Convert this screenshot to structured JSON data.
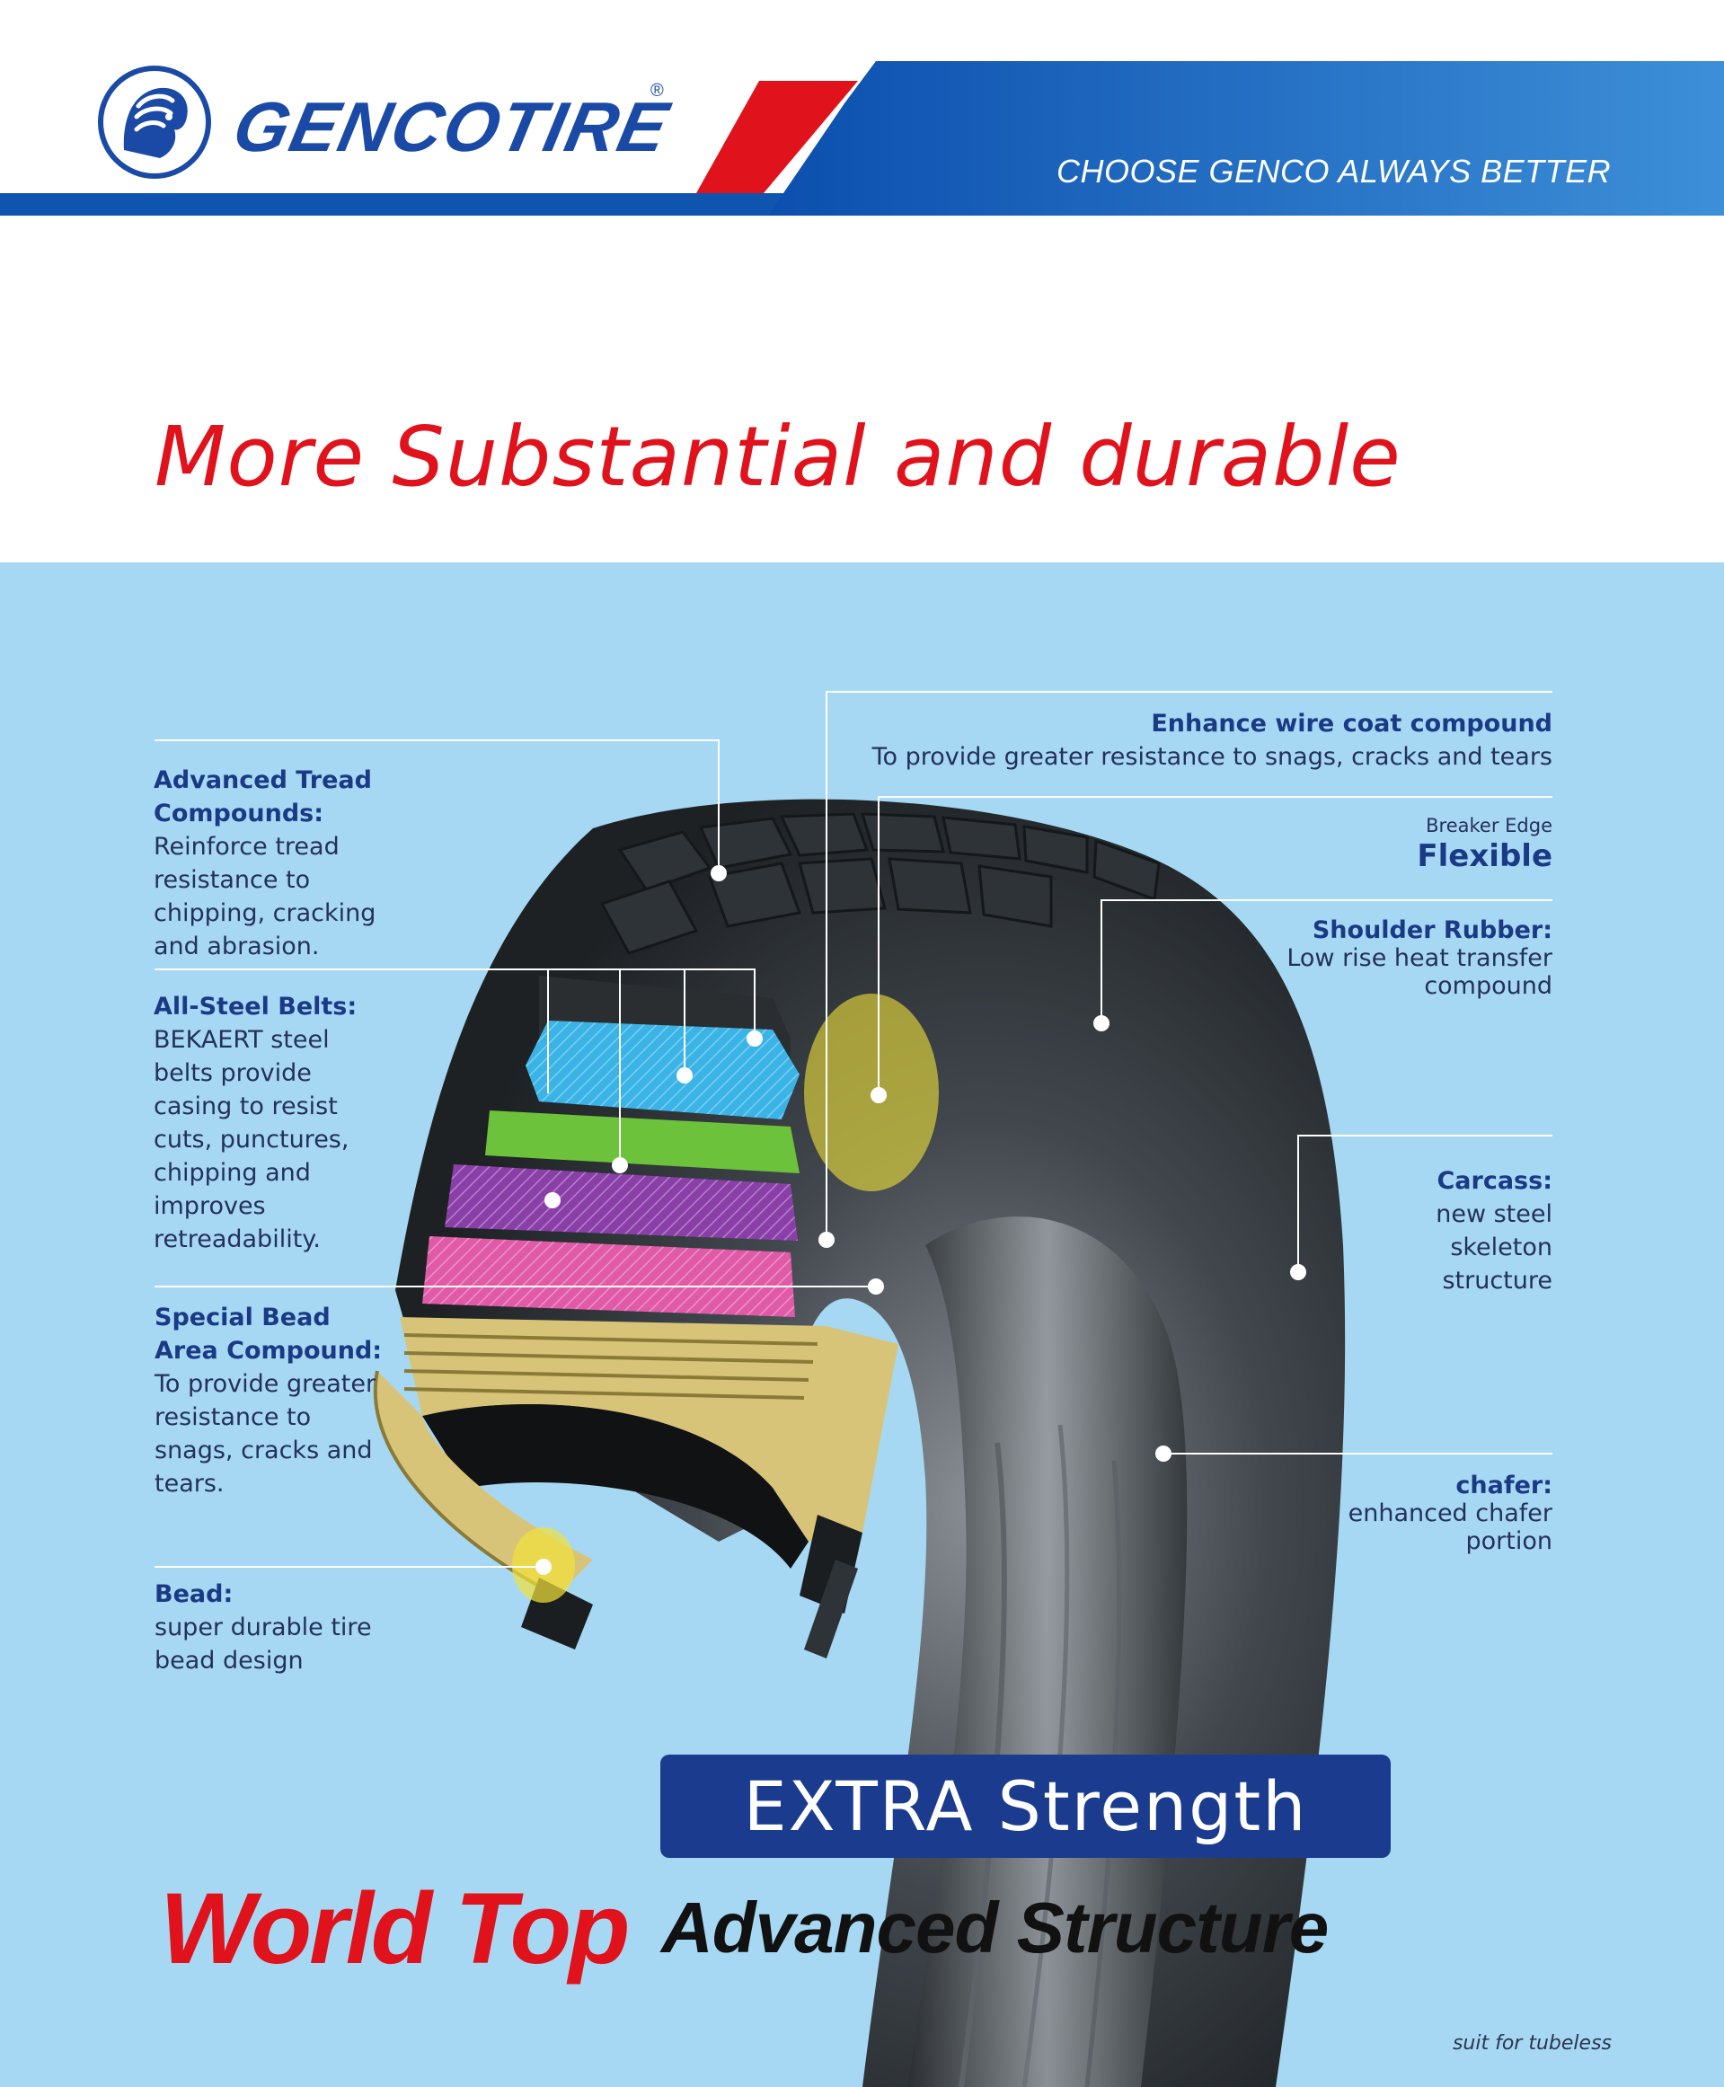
{
  "header": {
    "brand_name": "GENCOTIRE",
    "registered_mark": "®",
    "slogan": "CHOOSE GENCO  ALWAYS BETTER",
    "logo_icon": "lion-head-icon",
    "colors": {
      "brand_blue": "#1a4aa6",
      "accent_red": "#e0121b",
      "bar_blue": "#0f55b0"
    }
  },
  "headline": "More Substantial and durable",
  "diagram": {
    "background": "#a6d8f3",
    "left_labels": [
      {
        "title": "Advanced Tread Compounds:",
        "desc": "Reinforce tread resistance to chipping, cracking and abrasion."
      },
      {
        "title": "All-Steel Belts:",
        "desc": "BEKAERT steel belts provide casing to resist cuts, punctures, chipping and improves retreadability."
      },
      {
        "title": "Special Bead Area Compound:",
        "desc": "To provide greater resistance to snags, cracks and tears."
      },
      {
        "title": "Bead:",
        "desc": "super durable tire bead design"
      }
    ],
    "right_labels": {
      "wire_coat": {
        "title": "Enhance wire coat compound",
        "desc": "To provide greater resistance to snags, cracks and tears"
      },
      "breaker": {
        "small": "Breaker Edge",
        "big": "Flexible"
      },
      "shoulder": {
        "title": "Shoulder Rubber:",
        "desc": "Low rise heat transfer compound"
      },
      "carcass": {
        "title": "Carcass:",
        "desc": "new steel skeleton structure"
      },
      "chafer": {
        "title": "chafer:",
        "desc": "enhanced chafer portion"
      }
    },
    "layer_colors": [
      "#3ab4e6",
      "#6cc23a",
      "#8a3fa8",
      "#e05aa8",
      "#d8c478"
    ]
  },
  "badge": "EXTRA Strength",
  "tagline": {
    "red": "World Top",
    "black": "Advanced Structure"
  },
  "footnote": "suit for tubeless"
}
